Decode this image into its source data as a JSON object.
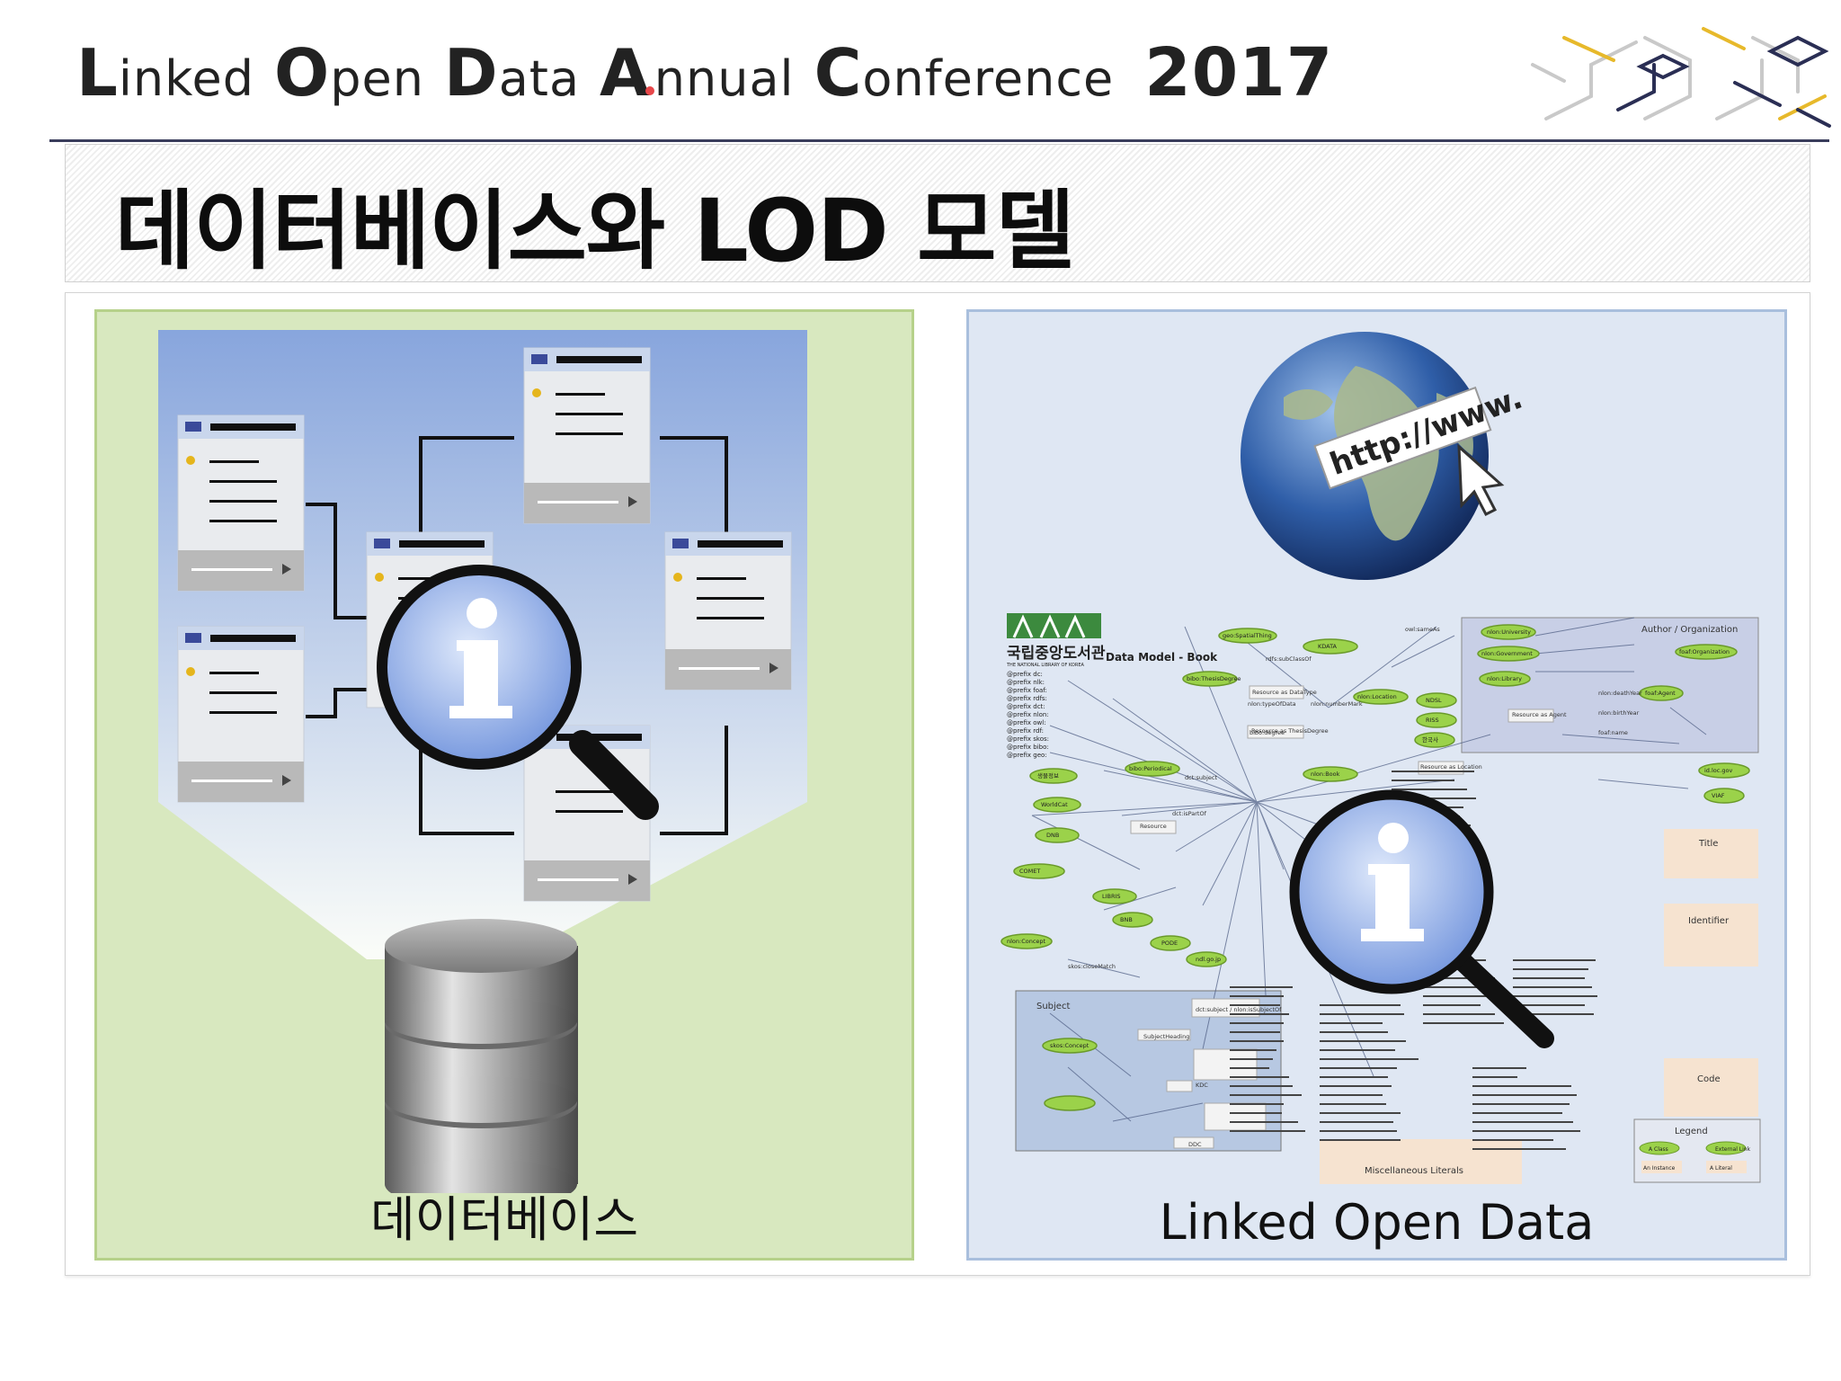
{
  "header": {
    "title_words": [
      {
        "cap": "L",
        "rest": "inked",
        "dot_color": ""
      },
      {
        "cap": "O",
        "rest": "pen",
        "dot_color": ""
      },
      {
        "cap": "D",
        "rest": "ata",
        "dot_color": ""
      },
      {
        "cap": "A",
        "rest": "nnual",
        "dot_color": "#e8474a"
      },
      {
        "cap": "C",
        "rest": "onference",
        "dot_color": ""
      }
    ],
    "year": "2017"
  },
  "slide": {
    "title": "데이터베이스와 LOD 모델"
  },
  "panels": {
    "database": {
      "caption": "데이터베이스"
    },
    "lod": {
      "caption": "Linked Open Data",
      "globe_url_text": "http://www.",
      "graph": {
        "logo_org": "국립중앙도서관",
        "logo_org_en": "THE NATIONAL LIBRARY OF KOREA",
        "model_title": "Data Model - Book",
        "prefixes": [
          "@prefix dc:",
          "@prefix nlk:",
          "@prefix foaf:",
          "@prefix rdfs:",
          "@prefix dct:",
          "@prefix nlon:",
          "@prefix owl:",
          "@prefix rdf:",
          "@prefix skos:",
          "@prefix bibo:",
          "@prefix geo:"
        ],
        "boxes": {
          "author": "Author / Organization",
          "subject": "Subject",
          "title": "Title",
          "identifier": "Identifier",
          "code": "Code",
          "legend": "Legend",
          "misc": "Miscellaneous Literals"
        },
        "legend_items": [
          "A Class",
          "External Link",
          "An Instance",
          "A Literal"
        ],
        "nodes": [
          "geo:SpatialThing",
          "KDATA",
          "nlon:University",
          "nlon:Government",
          "nlon:Library",
          "foaf:Organization",
          "foaf:Agent",
          "bibo:ThesisDegree",
          "nlon:Location",
          "NDSL",
          "RISS",
          "한국사",
          "id.loc.gov",
          "VIAF",
          "bibo:Periodical",
          "nlon:Book",
          "생물정보",
          "WorldCat",
          "DNB",
          "COMET",
          "LIBRIS",
          "BNB",
          "PODE",
          "ndl.go.jp",
          "nlon:Concept",
          "skos:Concept"
        ],
        "edge_labels": [
          "owl:sameAs",
          "rdfs:subClassOf",
          "dct:subject",
          "skos:closeMatch",
          "dct:isPartOf",
          "nlon:typeOfData",
          "nlon:numberMark",
          "bibo:degree",
          "nlon:birthYear",
          "nlon:deathYear",
          "foaf:name",
          "dct:subject / nlon:isSubjectOf",
          "KDC",
          "DDC",
          "SubjectHeading",
          "Resource as DataType",
          "Resource as ThesisDegree",
          "Resource as Location",
          "Resource as Agent",
          "Resource"
        ]
      }
    }
  }
}
